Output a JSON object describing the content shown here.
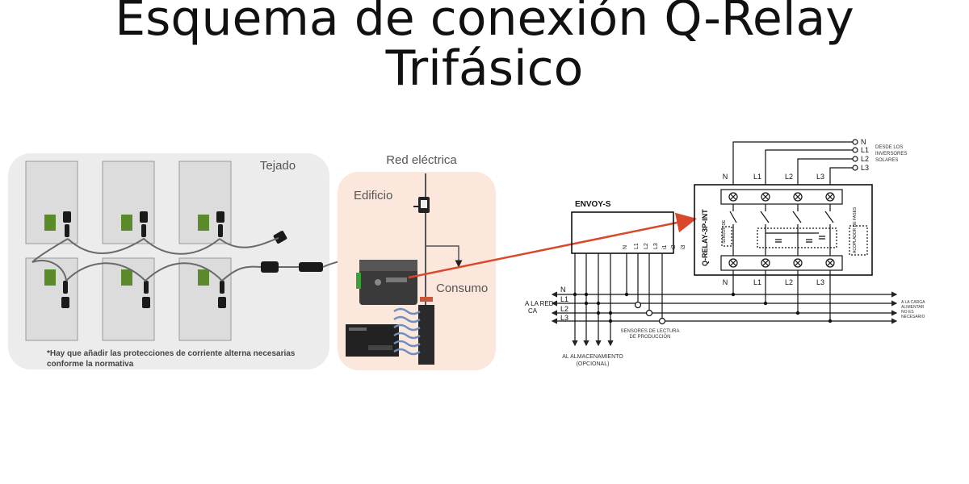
{
  "title_line1": "Esquema de conexión Q-Relay",
  "title_line2": "Trifásico",
  "left": {
    "roof_label": "Tejado",
    "grid_label": "Red eléctrica",
    "building_label": "Edificio",
    "consumption_label": "Consumo",
    "note_line1": "*Hay que añadir las protecciones de corriente alterna necesarias",
    "note_line2": "conforme la normativa"
  },
  "schematic": {
    "envoy_label": "ENVOY-S",
    "envoy_terminals": [
      "N",
      "L1",
      "L2",
      "L3",
      "i1",
      "i2",
      "i3"
    ],
    "qrelay_label": "Q-RELAY-3P-INT",
    "top_phase_labels": [
      "N",
      "L1",
      "L2",
      "L3"
    ],
    "bottom_phase_labels": [
      "N",
      "L1",
      "L2",
      "L3"
    ],
    "inverter_terminals": [
      "N",
      "L1",
      "L2",
      "L3"
    ],
    "inverter_note": [
      "DESDE LOS",
      "INVERSORES",
      "SOLARES"
    ],
    "sensor_label": "SENSOR DE",
    "coupler_label": "ACOPLADOR DE FASES",
    "grid_side_label": [
      "A LA RED",
      "CA"
    ],
    "bus_labels": [
      "N",
      "L1",
      "L2",
      "L3"
    ],
    "right_note": [
      "A LA CARGA",
      "ALIMENTAR",
      "NO ES",
      "NECESARIO"
    ],
    "sensors_note": [
      "SENSORES DE LECTURA",
      "DE PRODUCCIÓN"
    ],
    "storage_note": [
      "AL ALMACENAMIENTO",
      "(OPCIONAL)"
    ]
  },
  "colors": {
    "arrow": "#d9482b",
    "panel": "#5a8a2a",
    "roof_bg": "#ececec",
    "building_bg": "#fbe7dc"
  }
}
